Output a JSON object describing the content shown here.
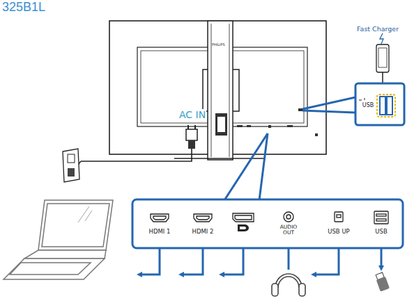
{
  "diagram": {
    "title": "325B1L",
    "nodes": [
      {
        "text": [
          "USB"
        ]
      },
      {
        "text": [
          "HDMI 1",
          "HDMI 2",
          "AUDIO OUT",
          "USB UP",
          "USB"
        ]
      }
    ],
    "labels": [
      "Fast Charger",
      "AC IN",
      "PHILIPS"
    ]
  }
}
